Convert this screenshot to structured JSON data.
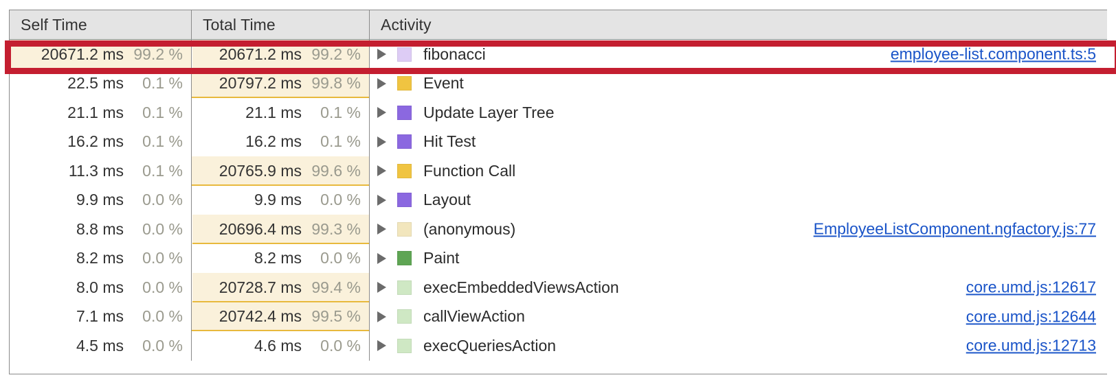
{
  "panel": {
    "name": "bottom-up-call-tree",
    "columns": [
      {
        "key": "self",
        "label": "Self Time"
      },
      {
        "key": "total",
        "label": "Total Time"
      },
      {
        "key": "activity",
        "label": "Activity"
      }
    ]
  },
  "colors": {
    "highlight_annotation": "#c41e30",
    "bar_fill": "#faf1db",
    "bar_underline": "#e8b93c",
    "link": "#1a54c8",
    "header_bg": "#e4e4e4",
    "grid_border": "#8a8a8a"
  },
  "rows": [
    {
      "self_time": "20671.2 ms",
      "self_pct": "99.2 %",
      "self_bar_pct": 99.2,
      "total_time": "20671.2 ms",
      "total_pct": "99.2 %",
      "total_bar_pct": 99.2,
      "activity": "fibonacci",
      "swatch_color": "#ddccf5",
      "source": "employee-list.component.ts:5",
      "annotated": true
    },
    {
      "self_time": "22.5 ms",
      "self_pct": "0.1 %",
      "self_bar_pct": 0,
      "total_time": "20797.2 ms",
      "total_pct": "99.8 %",
      "total_bar_pct": 99.8,
      "activity": "Event",
      "swatch_color": "#f0c441",
      "source": "",
      "annotated": false
    },
    {
      "self_time": "21.1 ms",
      "self_pct": "0.1 %",
      "self_bar_pct": 0,
      "total_time": "21.1 ms",
      "total_pct": "0.1 %",
      "total_bar_pct": 0,
      "activity": "Update Layer Tree",
      "swatch_color": "#8b68e0",
      "source": "",
      "annotated": false
    },
    {
      "self_time": "16.2 ms",
      "self_pct": "0.1 %",
      "self_bar_pct": 0,
      "total_time": "16.2 ms",
      "total_pct": "0.1 %",
      "total_bar_pct": 0,
      "activity": "Hit Test",
      "swatch_color": "#8b68e0",
      "source": "",
      "annotated": false
    },
    {
      "self_time": "11.3 ms",
      "self_pct": "0.1 %",
      "self_bar_pct": 0,
      "total_time": "20765.9 ms",
      "total_pct": "99.6 %",
      "total_bar_pct": 99.6,
      "activity": "Function Call",
      "swatch_color": "#f0c441",
      "source": "",
      "annotated": false
    },
    {
      "self_time": "9.9 ms",
      "self_pct": "0.0 %",
      "self_bar_pct": 0,
      "total_time": "9.9 ms",
      "total_pct": "0.0 %",
      "total_bar_pct": 0,
      "activity": "Layout",
      "swatch_color": "#8b68e0",
      "source": "",
      "annotated": false
    },
    {
      "self_time": "8.8 ms",
      "self_pct": "0.0 %",
      "self_bar_pct": 0,
      "total_time": "20696.4 ms",
      "total_pct": "99.3 %",
      "total_bar_pct": 99.3,
      "activity": "(anonymous)",
      "swatch_color": "#f2e6bd",
      "source": "EmployeeListComponent.ngfactory.js:77",
      "annotated": false
    },
    {
      "self_time": "8.2 ms",
      "self_pct": "0.0 %",
      "self_bar_pct": 0,
      "total_time": "8.2 ms",
      "total_pct": "0.0 %",
      "total_bar_pct": 0,
      "activity": "Paint",
      "swatch_color": "#5fa554",
      "source": "",
      "annotated": false
    },
    {
      "self_time": "8.0 ms",
      "self_pct": "0.0 %",
      "self_bar_pct": 0,
      "total_time": "20728.7 ms",
      "total_pct": "99.4 %",
      "total_bar_pct": 99.4,
      "activity": "execEmbeddedViewsAction",
      "swatch_color": "#cfe8c4",
      "source": "core.umd.js:12617",
      "annotated": false
    },
    {
      "self_time": "7.1 ms",
      "self_pct": "0.0 %",
      "self_bar_pct": 0,
      "total_time": "20742.4 ms",
      "total_pct": "99.5 %",
      "total_bar_pct": 99.5,
      "activity": "callViewAction",
      "swatch_color": "#cfe8c4",
      "source": "core.umd.js:12644",
      "annotated": false
    },
    {
      "self_time": "4.5 ms",
      "self_pct": "0.0 %",
      "self_bar_pct": 0,
      "total_time": "4.6 ms",
      "total_pct": "0.0 %",
      "total_bar_pct": 0,
      "activity": "execQueriesAction",
      "swatch_color": "#cfe8c4",
      "source": "core.umd.js:12713",
      "annotated": false
    }
  ]
}
